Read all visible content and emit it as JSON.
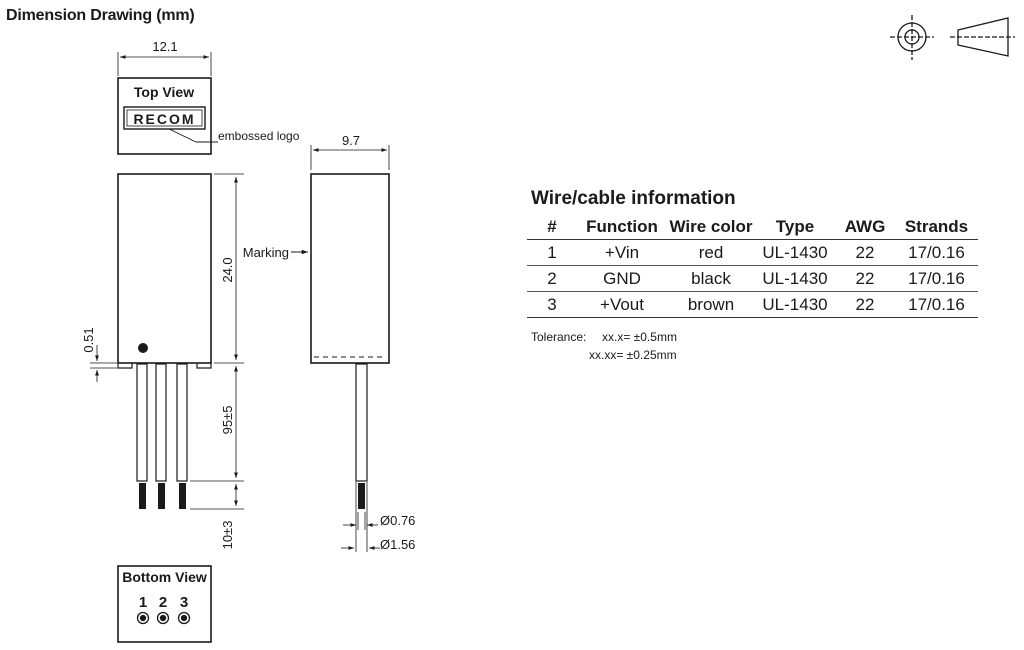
{
  "title": "Dimension Drawing (mm)",
  "views": {
    "top_view_label": "Top View",
    "logo_text": "RECOM",
    "logo_note": "embossed logo",
    "marking_label": "Marking",
    "bottom_view_label": "Bottom View",
    "pin_numbers": [
      "1",
      "2",
      "3"
    ]
  },
  "dimensions": {
    "width_top": "12.1",
    "depth_side": "9.7",
    "height_body": "24.0",
    "standoff": "0.51",
    "wire_length": "95±5",
    "strip_length": "10±3",
    "conductor_dia": "Ø0.76",
    "insulation_dia": "Ø1.56"
  },
  "wire_info": {
    "title": "Wire/cable information",
    "headers": [
      "#",
      "Function",
      "Wire color",
      "Type",
      "AWG",
      "Strands"
    ],
    "rows": [
      [
        "1",
        "+Vin",
        "red",
        "UL-1430",
        "22",
        "17/0.16"
      ],
      [
        "2",
        "GND",
        "black",
        "UL-1430",
        "22",
        "17/0.16"
      ],
      [
        "3",
        "+Vout",
        "brown",
        "UL-1430",
        "22",
        "17/0.16"
      ]
    ]
  },
  "tolerance": {
    "label": "Tolerance:",
    "line1": "xx.x= ±0.5mm",
    "line2": "xx.xx= ±0.25mm"
  }
}
